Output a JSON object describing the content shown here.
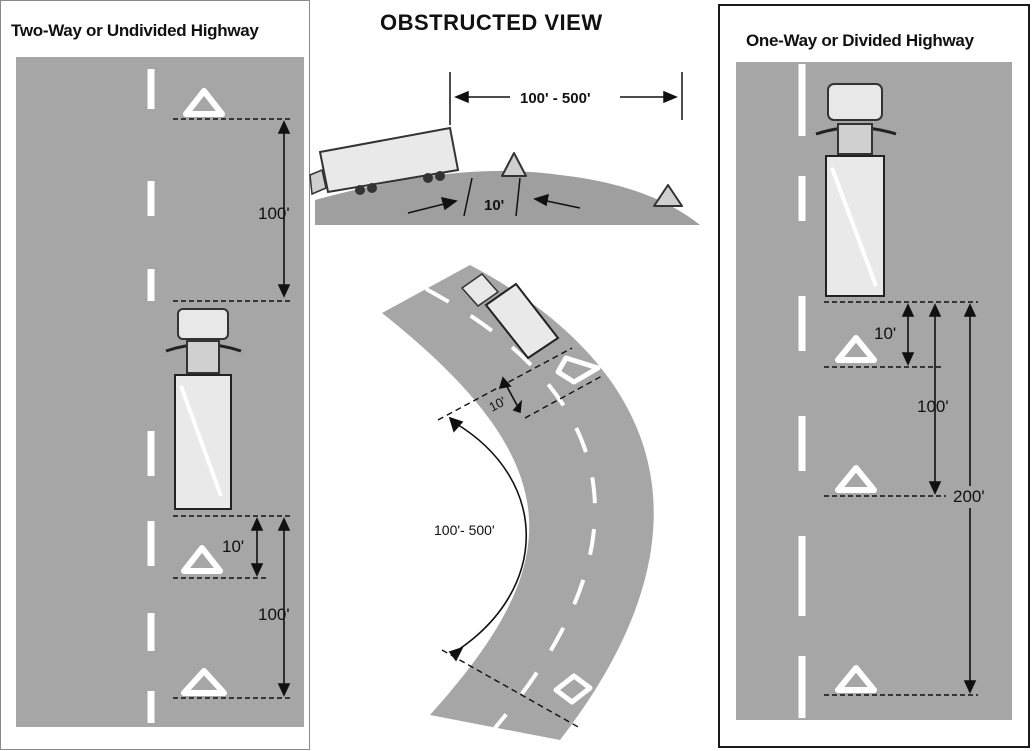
{
  "panels": {
    "left": {
      "title": "Two-Way or Undivided Highway",
      "upper_distance": "100'",
      "near_distance": "10'",
      "lower_distance": "100'"
    },
    "middle": {
      "title": "OBSTRUCTED VIEW",
      "hill_range": "100' - 500'",
      "hill_near": "10'",
      "curve_near": "10'",
      "curve_range": "100'- 500'"
    },
    "right": {
      "title": "One-Way or Divided Highway",
      "near_distance": "10'",
      "mid_distance": "100'",
      "far_distance": "200'"
    }
  },
  "colors": {
    "road": "#a6a6a6",
    "lane_marking": "#ffffff",
    "line": "#111111"
  },
  "icons": [
    "warning-triangle-icon",
    "truck-icon",
    "tractor-trailer-icon"
  ]
}
